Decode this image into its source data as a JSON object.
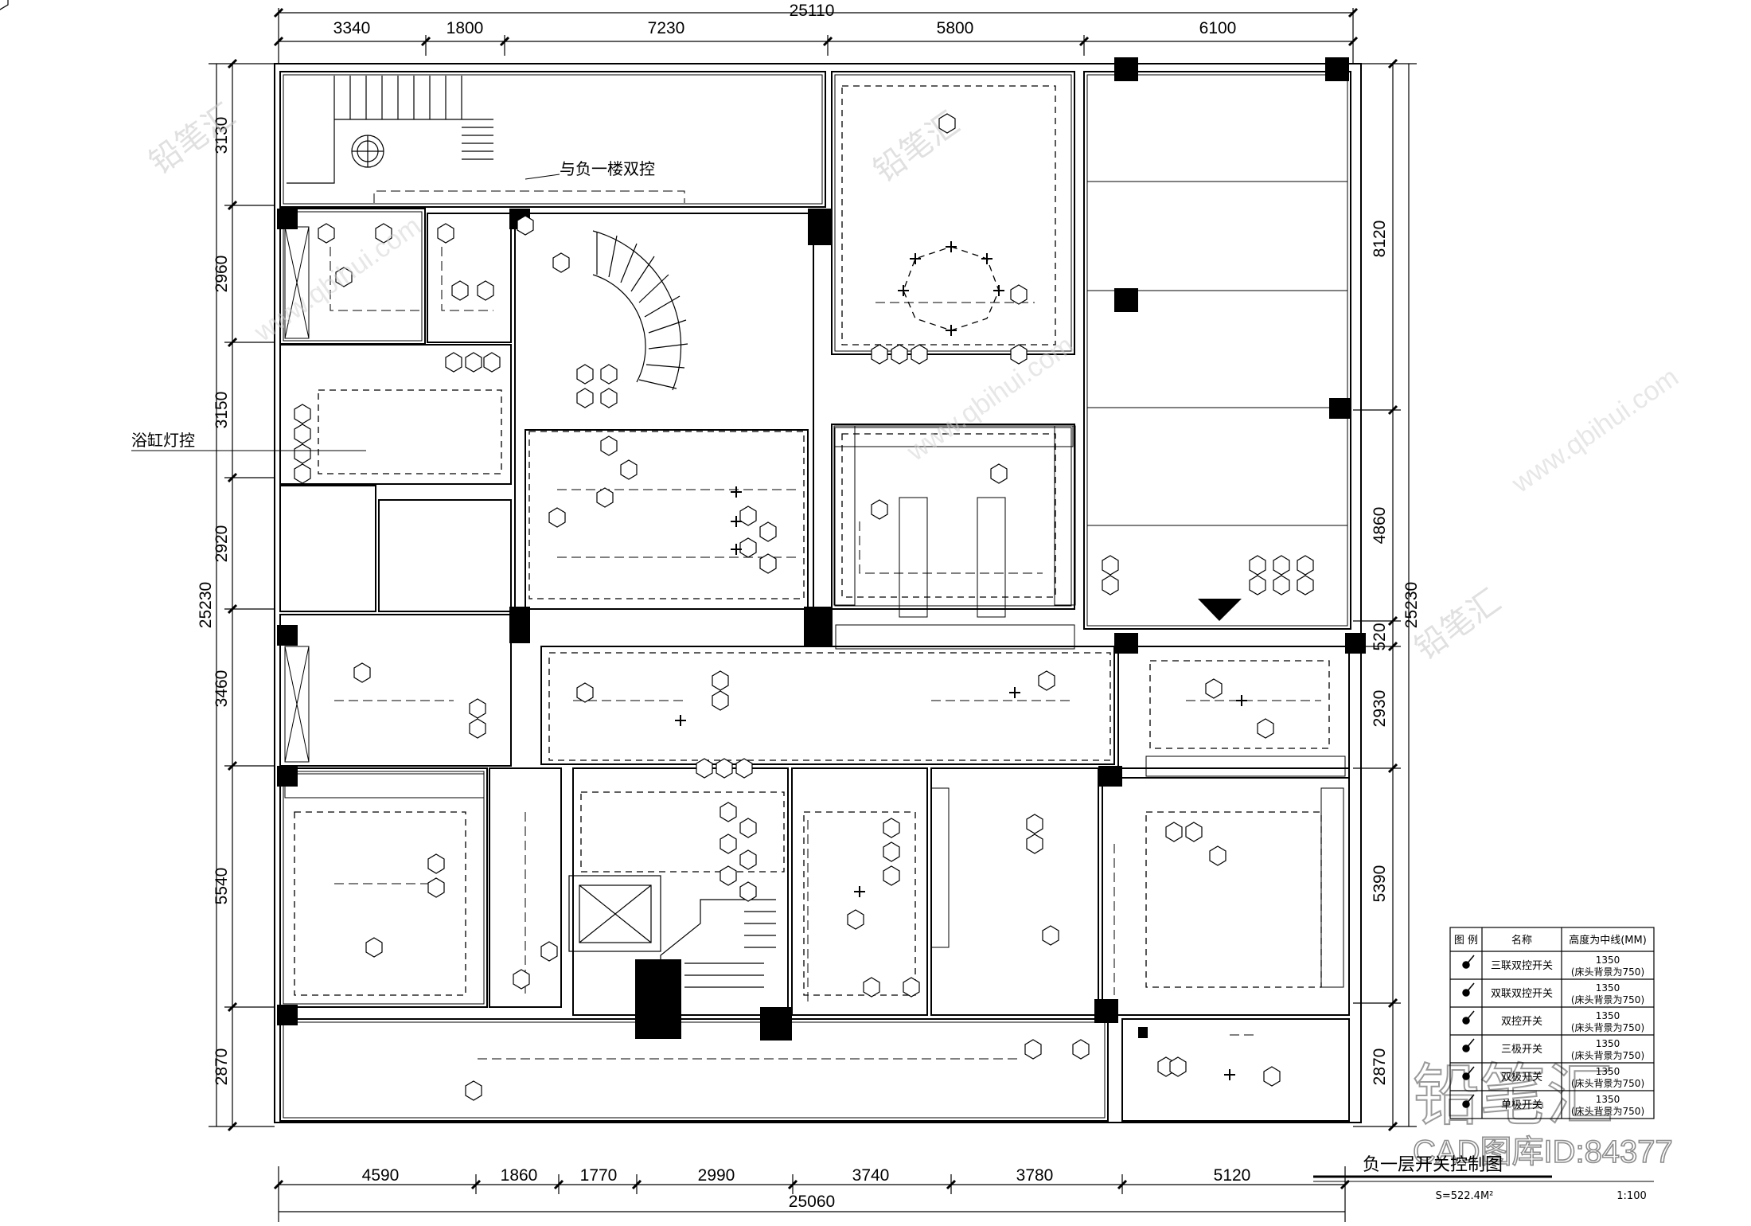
{
  "drawing": {
    "top_dims": [
      "3340",
      "1800",
      "7230",
      "5800",
      "6100"
    ],
    "top_total": "25110",
    "bottom_dims": [
      "4590",
      "1860",
      "1770",
      "2990",
      "3740",
      "3780",
      "5120"
    ],
    "bottom_total": "25060",
    "left_dims": [
      "3130",
      "2960",
      "3150",
      "2920",
      "3460",
      "5540",
      "2870"
    ],
    "left_total": "25230",
    "right_dims": [
      "8120",
      "4860",
      "520",
      "2930",
      "5390",
      "2870"
    ],
    "right_total": "25230",
    "annotations": {
      "double_control_note": "与负一楼双控",
      "bathtub_light_note": "浴缸灯控"
    },
    "title": "负一层开关控制图",
    "area": "S=522.4M²",
    "scale": "1:100"
  },
  "legend": {
    "headers": [
      "图 例",
      "名称",
      "高度为中线(MM)"
    ],
    "rows": [
      {
        "name": "三联双控开关",
        "h1": "1350",
        "h2": "(床头背景为750)"
      },
      {
        "name": "双联双控开关",
        "h1": "1350",
        "h2": "(床头背景为750)"
      },
      {
        "name": "双控开关",
        "h1": "1350",
        "h2": "(床头背景为750)"
      },
      {
        "name": "三极开关",
        "h1": "1350",
        "h2": "(床头背景为750)"
      },
      {
        "name": "双极开关",
        "h1": "1350",
        "h2": "(床头背景为750)"
      },
      {
        "name": "单极开关",
        "h1": "1350",
        "h2": "(床头背景为750)"
      }
    ]
  },
  "watermark": {
    "brand": "铅笔汇",
    "url": "www.qbihui.com",
    "big_brand": "铅笔汇",
    "cad_id": "CAD图库ID:84377"
  },
  "colors": {
    "line": "#000000",
    "watermark": "#c8c8c8"
  }
}
